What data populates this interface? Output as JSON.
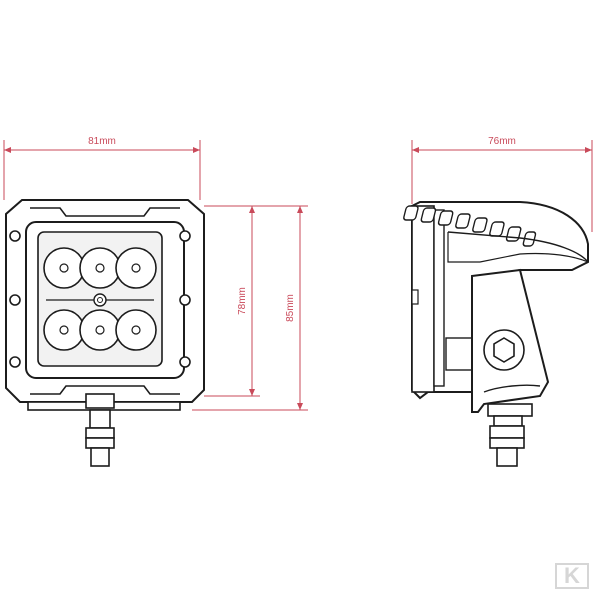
{
  "dimensions": {
    "front_width": "81mm",
    "front_height_body": "78mm",
    "front_height_total": "85mm",
    "side_depth": "76mm"
  },
  "colors": {
    "dimension": "#c94a5a",
    "outline": "#1c1c1c",
    "lens_fill": "#f2f2f2",
    "watermark": "#d6d6d6"
  },
  "logo": {
    "name": "k-logo-watermark",
    "text": "K"
  }
}
